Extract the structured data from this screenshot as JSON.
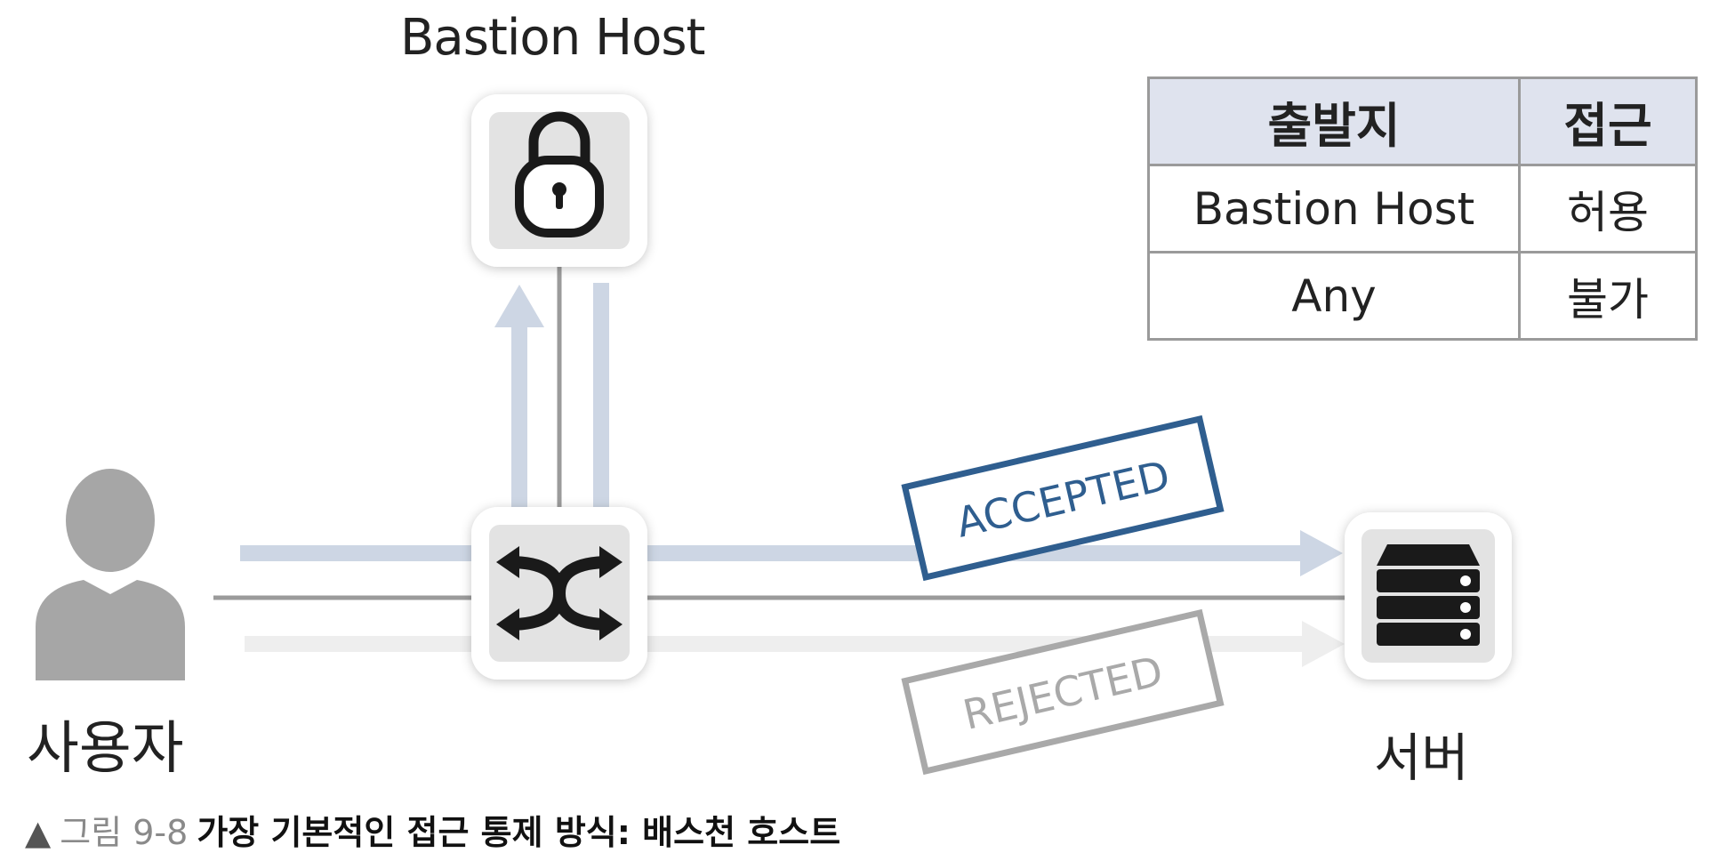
{
  "diagram": {
    "bastion_label": "Bastion Host",
    "user_label": "사용자",
    "server_label": "서버",
    "accepted_stamp": "ACCEPTED",
    "rejected_stamp": "REJECTED",
    "colors": {
      "accepted_path": "#cdd6e4",
      "rejected_path": "#eeeeee",
      "wire": "#9b9b9b",
      "accepted_stamp": "#2f5e8f",
      "rejected_stamp": "#a9a9a9",
      "header_bg": "#dfe3ee",
      "person": "#a6a6a6"
    },
    "icons": [
      "lock-icon",
      "switch-icon",
      "server-icon",
      "user-icon"
    ]
  },
  "table": {
    "headers": [
      "출발지",
      "접근"
    ],
    "rows": [
      [
        "Bastion Host",
        "허용"
      ],
      [
        "Any",
        "불가"
      ]
    ]
  },
  "caption": {
    "marker": "▲",
    "figure_no": "그림 9-8",
    "text": "가장 기본적인 접근 통제 방식: 배스천 호스트"
  }
}
